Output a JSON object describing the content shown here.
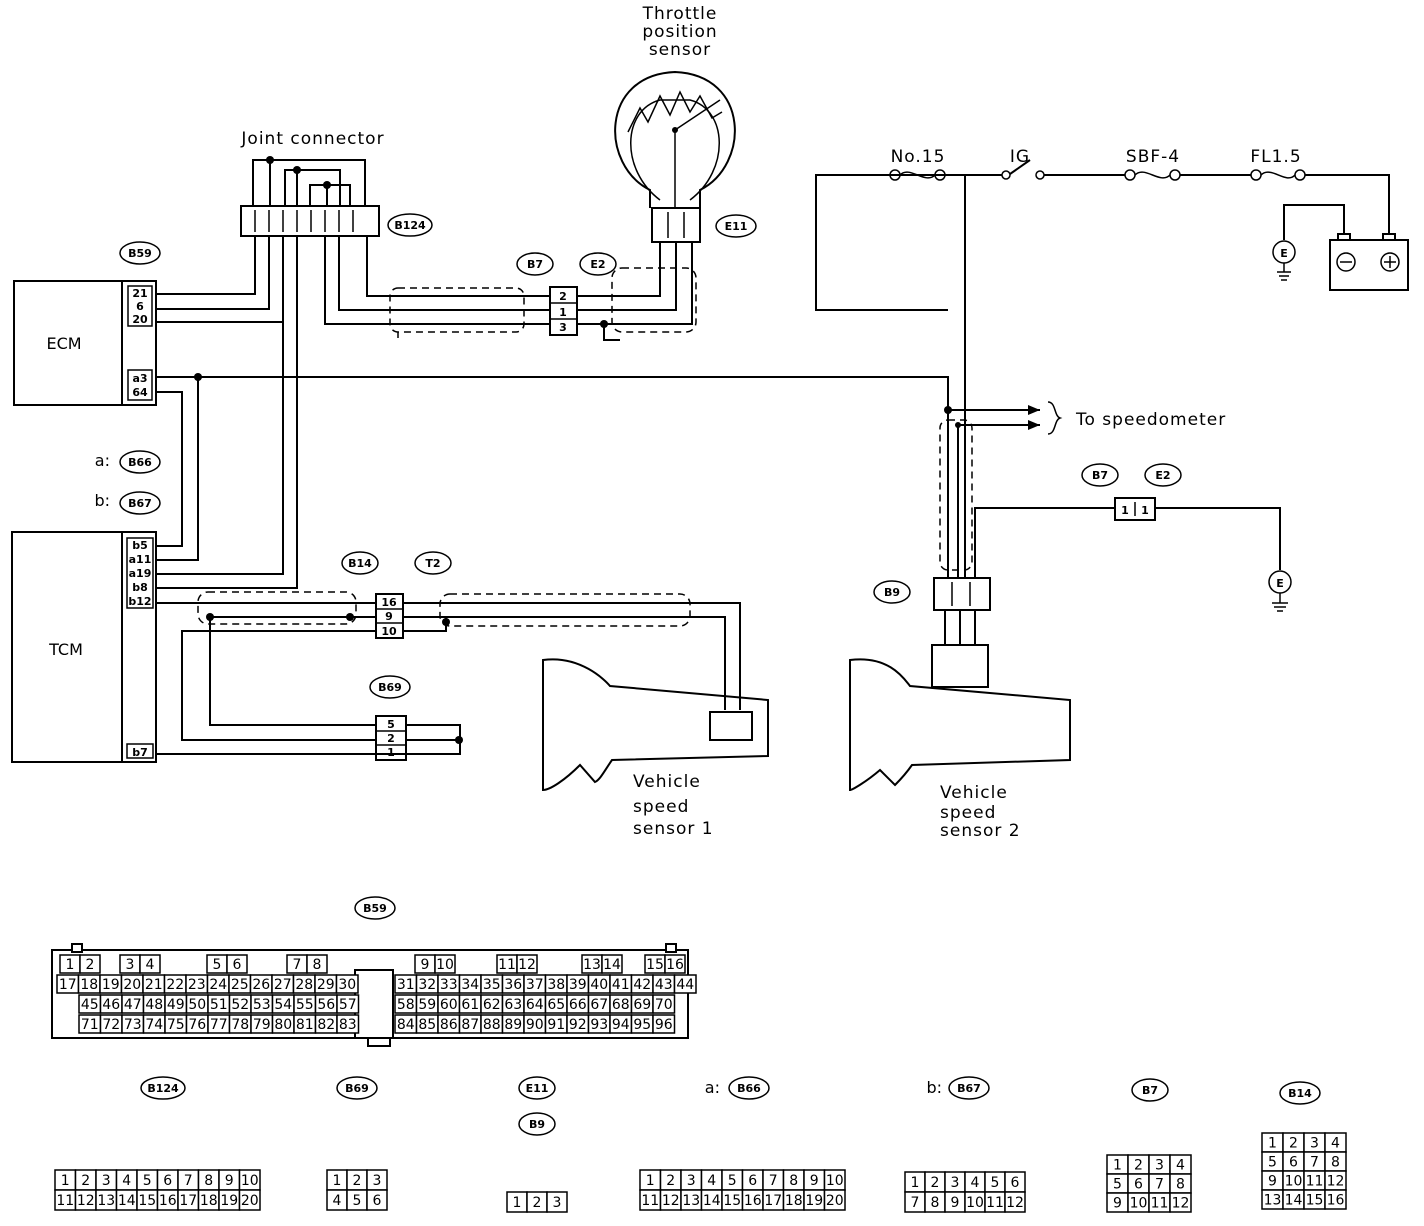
{
  "labels": {
    "throttle_sensor": [
      "Throttle",
      "position",
      "sensor"
    ],
    "joint_connector": "Joint connector",
    "ecm": "ECM",
    "tcm": "TCM",
    "to_speedometer": "To speedometer",
    "vss1": [
      "Vehicle",
      "speed",
      "sensor 1"
    ],
    "vss2": [
      "Vehicle",
      "speed",
      "sensor 2"
    ],
    "no15": "No.15",
    "ig": "IG",
    "sbf4": "SBF-4",
    "fl15": "FL1.5",
    "ground": "E",
    "a_prefix": "a:",
    "b_prefix": "b:"
  },
  "tags": {
    "b59": "B59",
    "b124": "B124",
    "b7": "B7",
    "e2": "E2",
    "e11": "E11",
    "b66": "B66",
    "b67": "B67",
    "b14": "B14",
    "t2": "T2",
    "b69": "B69",
    "b9": "B9"
  },
  "ecm_pins": [
    "21",
    "6",
    "20",
    "a3",
    "64"
  ],
  "tcm_pins": [
    "b5",
    "a11",
    "a19",
    "b8",
    "b12",
    "b7"
  ],
  "b7_e2_pins": [
    "2",
    "1",
    "3"
  ],
  "b14_t2_pins": [
    "16",
    "9",
    "10"
  ],
  "b69_pins": [
    "5",
    "2",
    "1"
  ],
  "b7_e2_right_pins": [
    "1",
    "1"
  ],
  "connectors": {
    "b59": {
      "tag": "B59",
      "top_groups": [
        [
          "1",
          "2"
        ],
        [
          "3",
          "4"
        ],
        [
          "5",
          "6"
        ],
        [
          "7",
          "8"
        ],
        [
          "9",
          "10"
        ],
        [
          "11",
          "12"
        ],
        [
          "13",
          "14"
        ],
        [
          "15",
          "16"
        ]
      ],
      "rows": [
        [
          "17",
          "18",
          "19",
          "20",
          "21",
          "22",
          "23",
          "24",
          "25",
          "26",
          "27",
          "28",
          "29",
          "30",
          "31",
          "32",
          "33",
          "34",
          "35",
          "36",
          "37",
          "38",
          "39",
          "40",
          "41",
          "42",
          "43",
          "44"
        ],
        [
          "45",
          "46",
          "47",
          "48",
          "49",
          "50",
          "51",
          "52",
          "53",
          "54",
          "55",
          "56",
          "57",
          "58",
          "59",
          "60",
          "61",
          "62",
          "63",
          "64",
          "65",
          "66",
          "67",
          "68",
          "69",
          "70"
        ],
        [
          "71",
          "72",
          "73",
          "74",
          "75",
          "76",
          "77",
          "78",
          "79",
          "80",
          "81",
          "82",
          "83",
          "84",
          "85",
          "86",
          "87",
          "88",
          "89",
          "90",
          "91",
          "92",
          "93",
          "94",
          "95",
          "96"
        ]
      ]
    },
    "b124": {
      "tag": "B124",
      "rows": [
        [
          "1",
          "2",
          "3",
          "4",
          "5",
          "6",
          "7",
          "8",
          "9",
          "10"
        ],
        [
          "11",
          "12",
          "13",
          "14",
          "15",
          "16",
          "17",
          "18",
          "19",
          "20"
        ]
      ]
    },
    "b69": {
      "tag": "B69",
      "rows": [
        [
          "1",
          "2",
          "3"
        ],
        [
          "4",
          "5",
          "6"
        ]
      ]
    },
    "e11": {
      "tag": "E11",
      "tag2": "B9",
      "rows": [
        [
          "1",
          "2",
          "3"
        ]
      ]
    },
    "b66": {
      "prefix": "a:",
      "tag": "B66",
      "rows": [
        [
          "1",
          "2",
          "3",
          "4",
          "5",
          "6",
          "7",
          "8",
          "9",
          "10"
        ],
        [
          "11",
          "12",
          "13",
          "14",
          "15",
          "16",
          "17",
          "18",
          "19",
          "20"
        ]
      ]
    },
    "b67": {
      "prefix": "b:",
      "tag": "B67",
      "rows": [
        [
          "1",
          "2",
          "3",
          "4",
          "5",
          "6"
        ],
        [
          "7",
          "8",
          "9",
          "10",
          "11",
          "12"
        ]
      ]
    },
    "b7": {
      "tag": "B7",
      "rows": [
        [
          "1",
          "2",
          "3",
          "4"
        ],
        [
          "5",
          "6",
          "7",
          "8"
        ],
        [
          "9",
          "10",
          "11",
          "12"
        ]
      ]
    },
    "b14": {
      "tag": "B14",
      "rows": [
        [
          "1",
          "2",
          "3",
          "4"
        ],
        [
          "5",
          "6",
          "7",
          "8"
        ],
        [
          "9",
          "10",
          "11",
          "12"
        ],
        [
          "13",
          "14",
          "15",
          "16"
        ]
      ]
    }
  }
}
